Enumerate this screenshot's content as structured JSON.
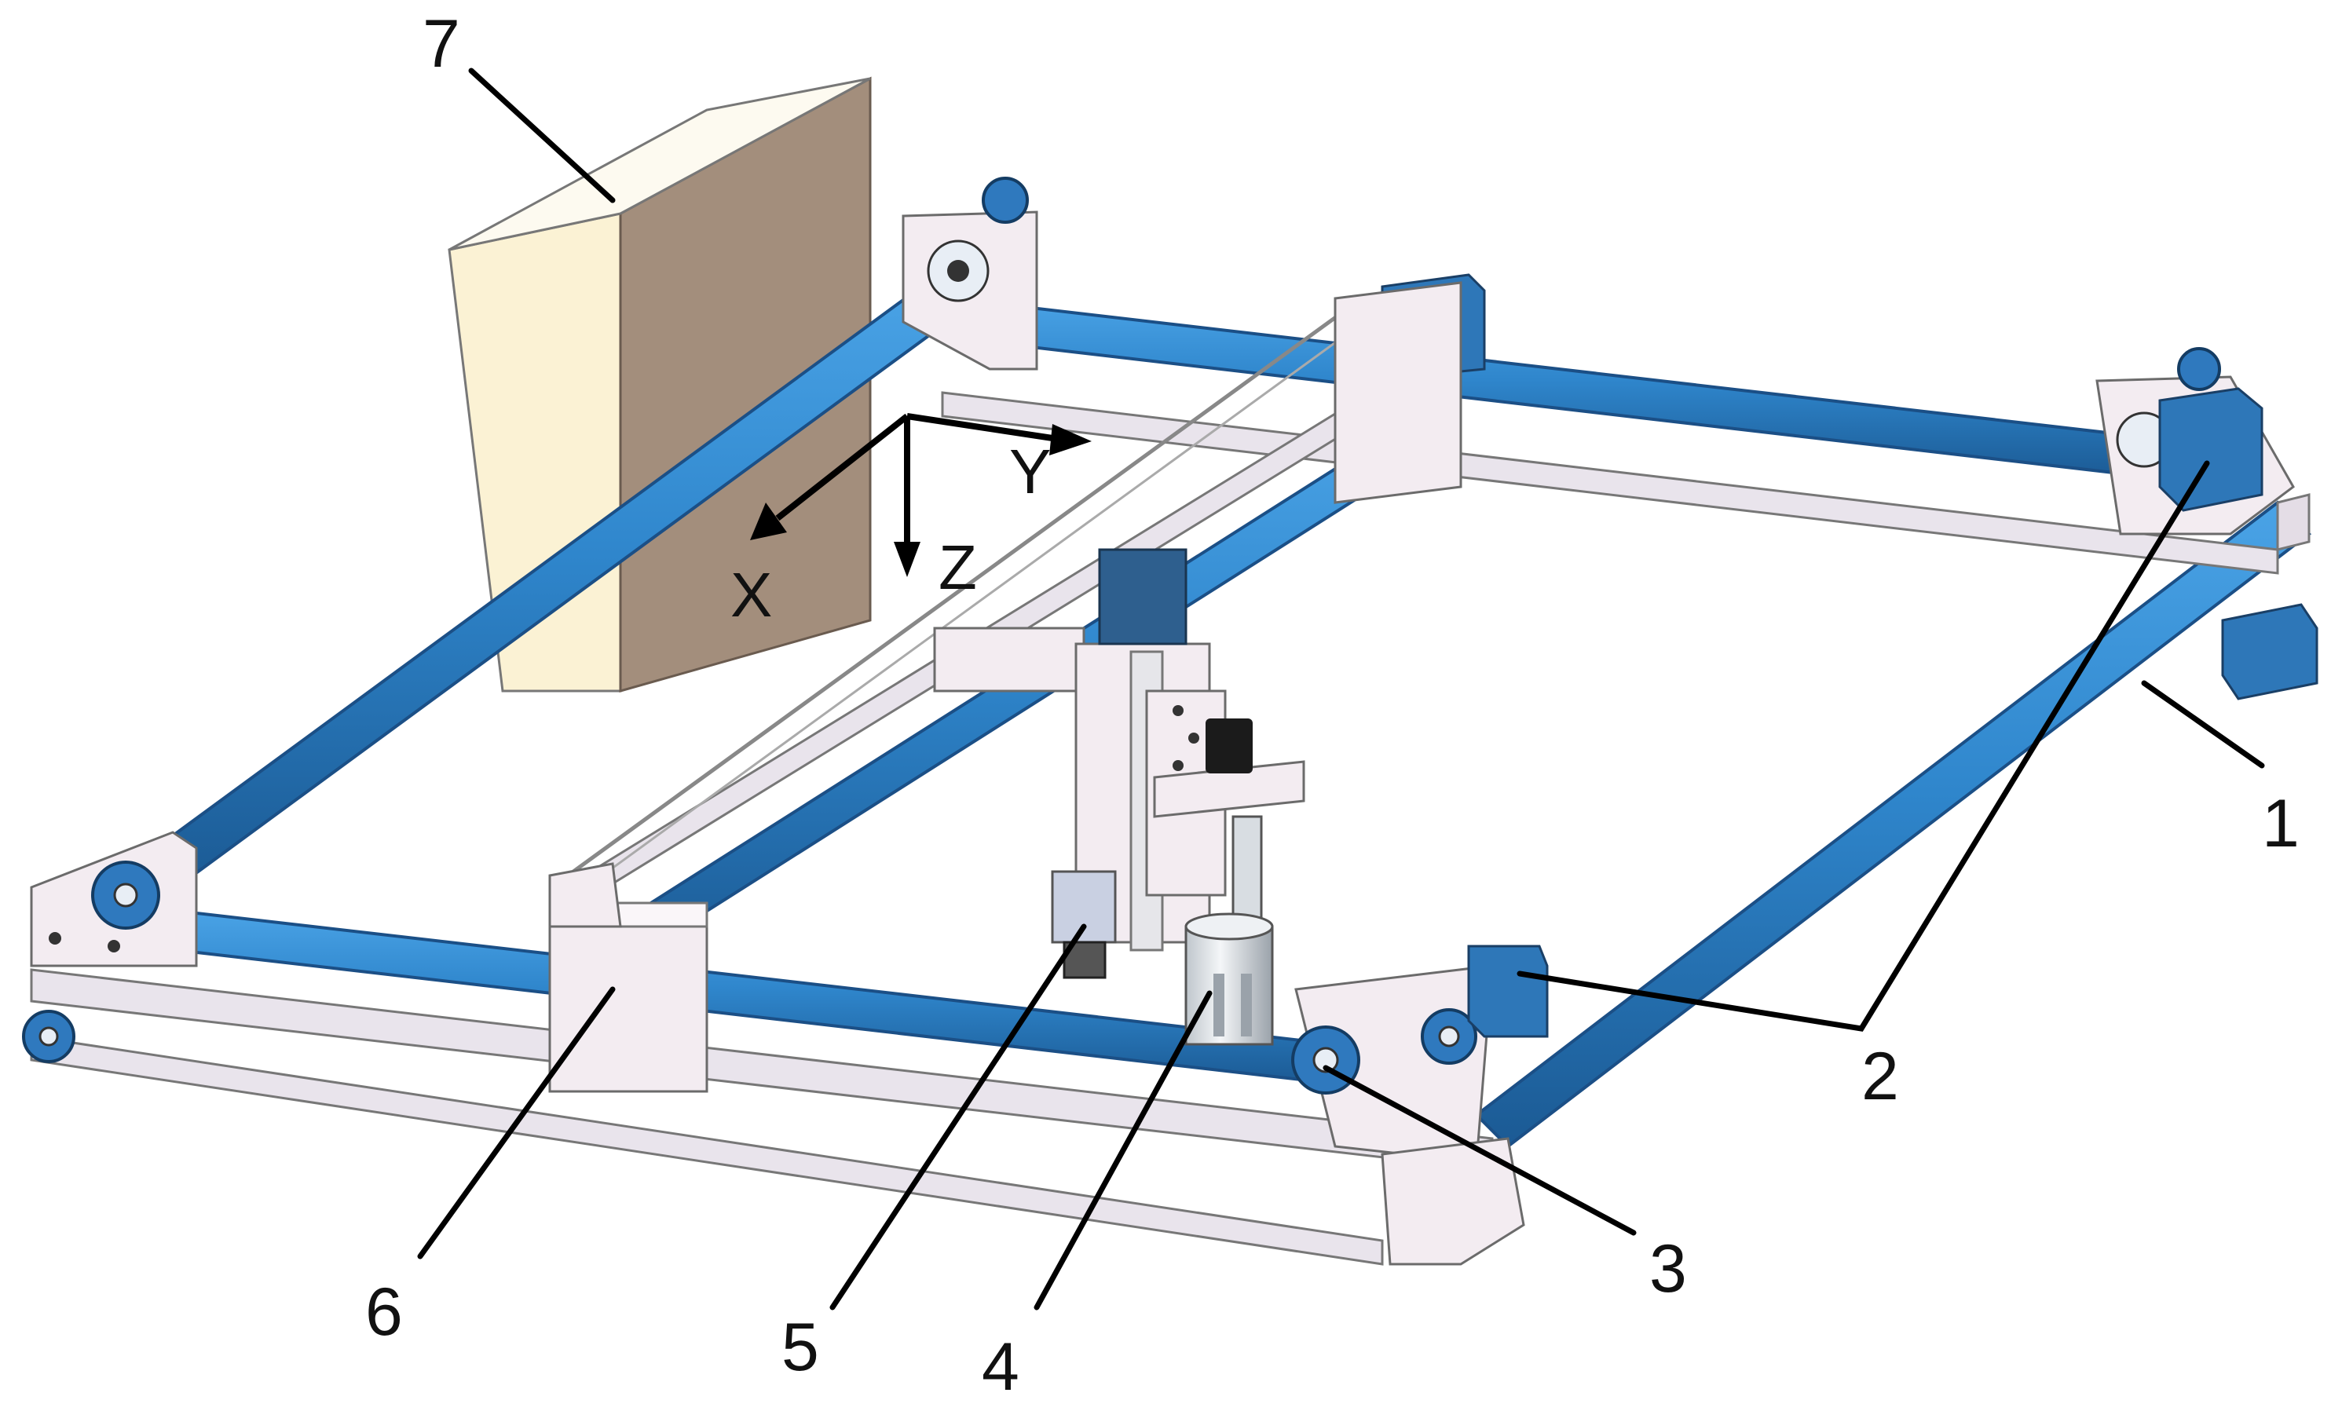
{
  "figure": {
    "callouts": [
      {
        "id": "1",
        "label": "1",
        "name": "rail-frame"
      },
      {
        "id": "2",
        "label": "2",
        "name": "stepper-motor"
      },
      {
        "id": "3",
        "label": "3",
        "name": "pulley"
      },
      {
        "id": "4",
        "label": "4",
        "name": "spindle"
      },
      {
        "id": "5",
        "label": "5",
        "name": "camera"
      },
      {
        "id": "6",
        "label": "6",
        "name": "gantry-slider"
      },
      {
        "id": "7",
        "label": "7",
        "name": "workpiece-block"
      }
    ],
    "axes": {
      "x_label": "X",
      "y_label": "Y",
      "z_label": "Z"
    }
  },
  "colors": {
    "rail_blue": "#2f86cc",
    "rail_blue_dark": "#1b5a94",
    "motor_blue": "#2e77b8",
    "plate_grey": "#f3ecf1",
    "block_front": "#fbf2d4",
    "block_side": "#a38e7c",
    "block_top": "#fdfaf0"
  }
}
